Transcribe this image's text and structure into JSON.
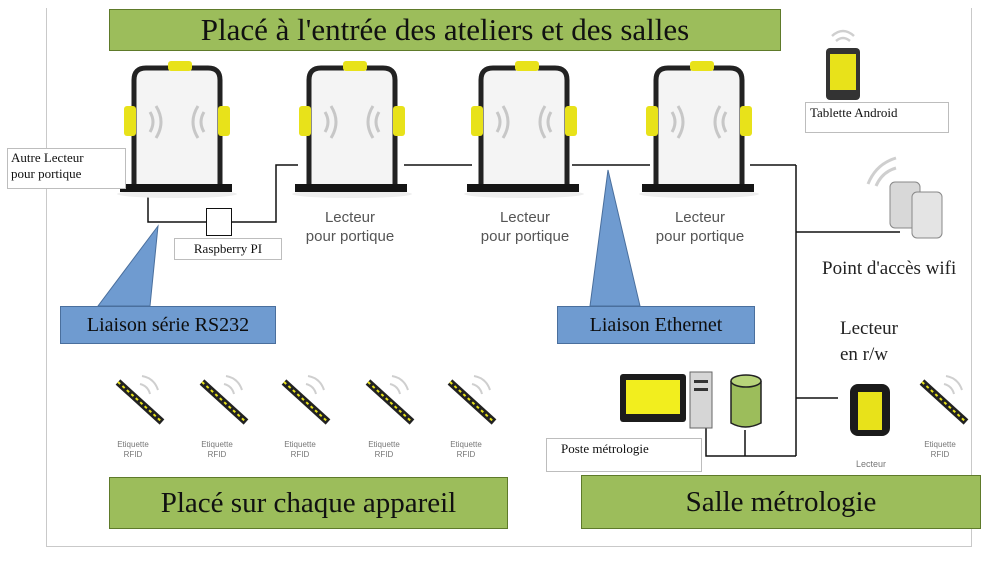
{
  "banners": {
    "top": "Placé à l'entrée des ateliers et des salles",
    "bottom_left": "Placé sur chaque appareil",
    "bottom_right": "Salle métrologie"
  },
  "callouts": {
    "rs232": "Liaison série RS232",
    "ethernet": "Liaison Ethernet"
  },
  "labels": {
    "autre_lecteur_line1": "Autre Lecteur",
    "autre_lecteur_line2": "pour portique",
    "raspberry": "Raspberry PI",
    "tablette": "Tablette Android",
    "wifi": "Point d'accès wifi",
    "lecteur_rw_line1": "Lecteur",
    "lecteur_rw_line2": "en r/w",
    "poste": "Poste métrologie",
    "reader_portique_line1": "Lecteur",
    "reader_portique_line2": "pour portique",
    "tag_line1": "Etiquette",
    "tag_line2": "RFID",
    "reader_small": "Lecteur"
  },
  "colors": {
    "banner_green": "#9cbd5b",
    "callout_blue": "#6f9bd0",
    "accent_yellow": "#e8e21a"
  },
  "icons": [
    "portal-reader-icon",
    "tablet-icon",
    "wifi-access-point-icon",
    "computer-icon",
    "database-icon",
    "rfid-tag-icon",
    "rfid-reader-icon",
    "wifi-waves-icon"
  ]
}
